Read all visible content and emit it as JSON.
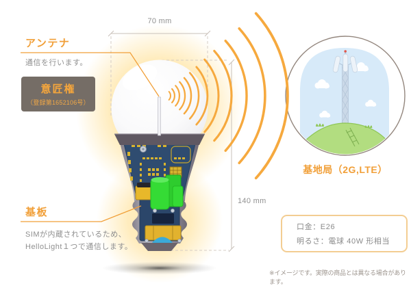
{
  "diagram": {
    "dimensions": {
      "width_label": "70 mm",
      "height_label": "140 mm"
    },
    "callouts": {
      "antenna": {
        "title": "アンテナ",
        "description": "通信を行います。"
      },
      "design_right": {
        "title": "意匠権",
        "registration": "（登録第1652106号）"
      },
      "board": {
        "title": "基板",
        "description_line1": "SIMが内蔵されているため、",
        "description_line2": "HelloLight１つで通信します。"
      }
    },
    "base_station": {
      "label": "基地局（2G,LTE）"
    },
    "spec_box": {
      "socket": "口金：E26",
      "brightness": "明るさ：電球 40W 形相当"
    },
    "footnote": "※イメージです。実際の商品とは異なる場合があります。",
    "icons": {
      "light-bulb-icon": "smart LED bulb cutaway with internal PCB",
      "radio-waves-icon": "orange signal arcs",
      "cell-tower-icon": "base station mast on a hill"
    },
    "colors": {
      "accent_orange": "#F19F38",
      "wave_orange": "#F6A93E",
      "badge_background": "#756D66",
      "body_text_gray": "#8F8F8F",
      "dimension_line": "#C9C1B9",
      "circle_outline": "#93867D",
      "spec_box_border": "#F3CD92",
      "glow_yellow": "#FFD878",
      "sky_blue": "#D7EAF9",
      "hill_green": "#B2DD80",
      "pcb_navy": "#2F4C70",
      "component_green": "#35DB35",
      "component_gold": "#E8B82A"
    }
  }
}
